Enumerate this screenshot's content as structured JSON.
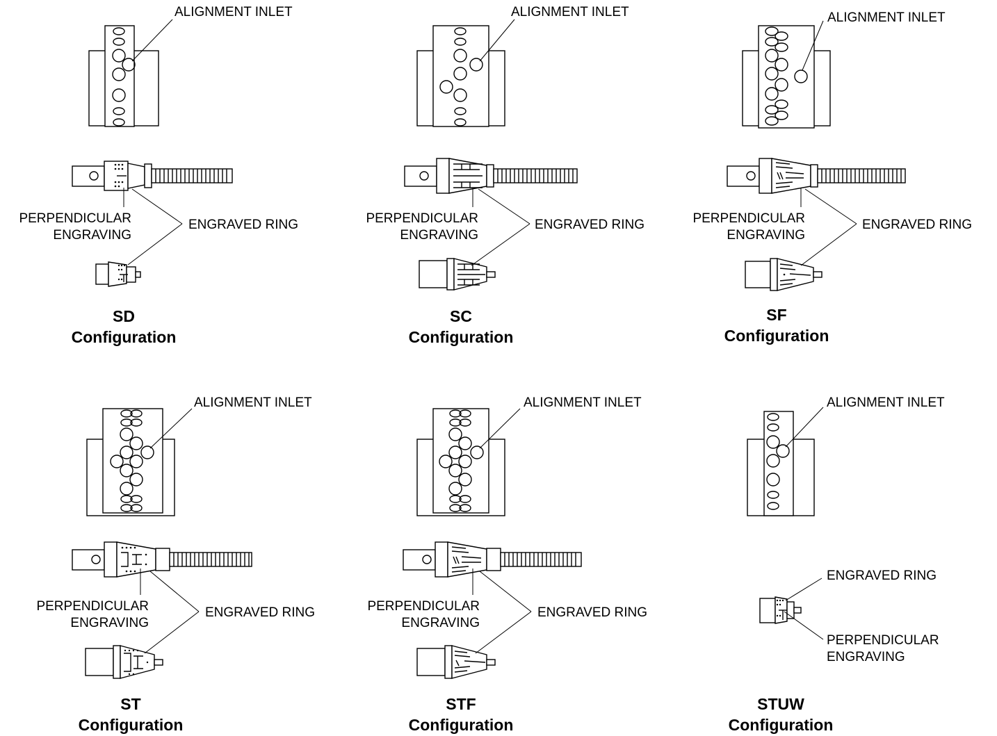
{
  "labels": {
    "alignment_inlet": "ALIGNMENT INLET",
    "perpendicular": "PERPENDICULAR",
    "engraving": "ENGRAVING",
    "engraved_ring": "ENGRAVED RING",
    "configuration": "Configuration"
  },
  "configs": [
    {
      "code": "SD"
    },
    {
      "code": "SC"
    },
    {
      "code": "SF"
    },
    {
      "code": "ST"
    },
    {
      "code": "STF"
    },
    {
      "code": "STUW"
    }
  ]
}
